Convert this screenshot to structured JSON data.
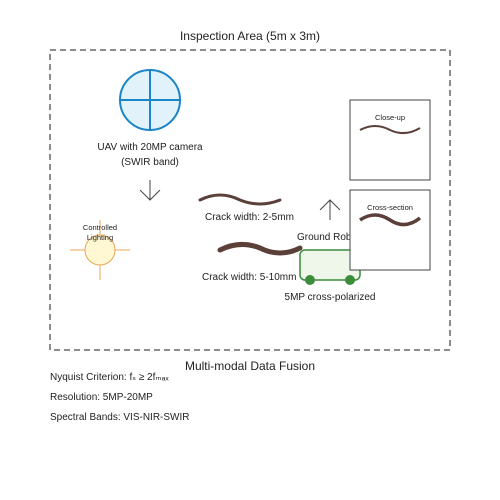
{
  "diagram": {
    "title": "Inspection Area (5m x 3m)",
    "uav": {
      "label_line1": "UAV with 20MP camera",
      "label_line2": "(SWIR band)"
    },
    "lighting": {
      "label_line1": "Controlled",
      "label_line2": "Lighting"
    },
    "cracks": {
      "thin_label": "Crack width: 2-5mm",
      "wide_label": "Crack width: 5-10mm"
    },
    "robot": {
      "label": "Ground Robot",
      "camera_label": "5MP cross-polarized"
    },
    "insets": {
      "closeup_title": "Close-up",
      "section_title": "Cross-section"
    },
    "fusion_title": "Multi-modal Data Fusion",
    "notes": {
      "nyquist": "Nyquist Criterion: fₛ ≥ 2fₘₐₓ",
      "resolution": "Resolution: 5MP-20MP",
      "spectral": "Spectral Bands: VIS-NIR-SWIR"
    },
    "colors": {
      "uav_stroke": "#1a86c8",
      "uav_fill": "#e1f2fa",
      "crack": "#5a4038",
      "robot_stroke": "#3b8c3b",
      "robot_fill": "#eef7ea",
      "light_stroke": "#e8a557",
      "light_fill": "#fff8d2",
      "border": "#666666"
    }
  }
}
